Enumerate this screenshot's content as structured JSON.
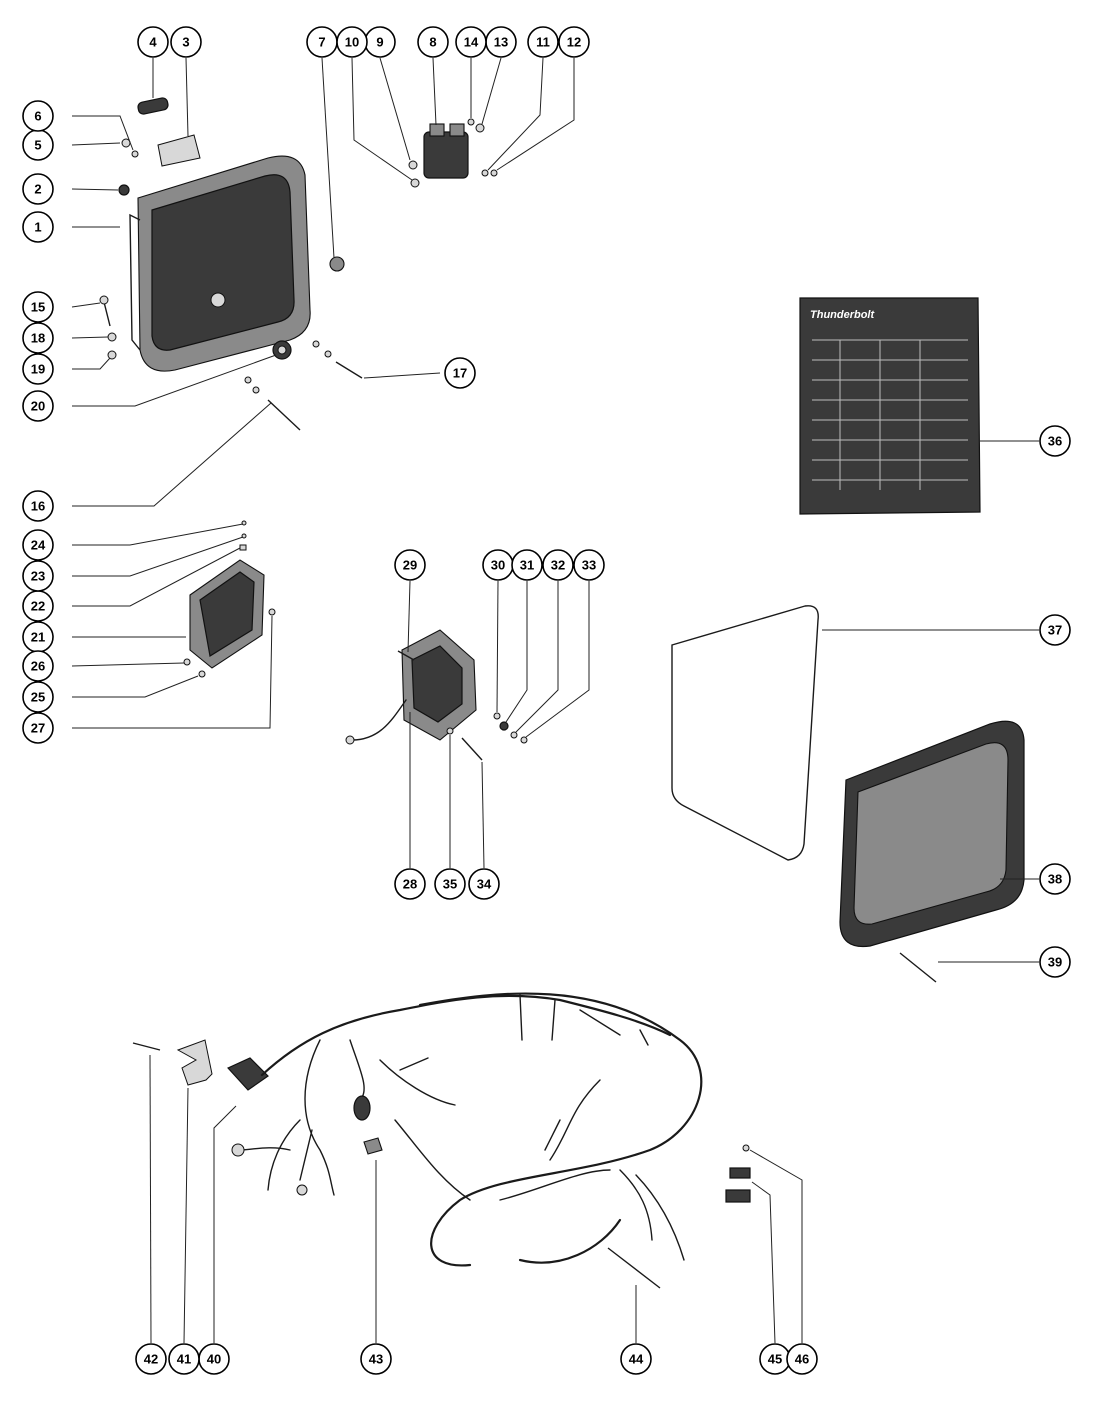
{
  "callouts": [
    "1",
    "2",
    "3",
    "4",
    "5",
    "6",
    "7",
    "8",
    "9",
    "10",
    "11",
    "12",
    "13",
    "14",
    "15",
    "16",
    "17",
    "18",
    "19",
    "20",
    "21",
    "22",
    "23",
    "24",
    "25",
    "26",
    "27",
    "28",
    "29",
    "30",
    "31",
    "32",
    "33",
    "34",
    "35",
    "36",
    "37",
    "38",
    "39",
    "40",
    "41",
    "42",
    "43",
    "44",
    "45",
    "46"
  ],
  "decal": {
    "brand": "Thunderbolt"
  }
}
